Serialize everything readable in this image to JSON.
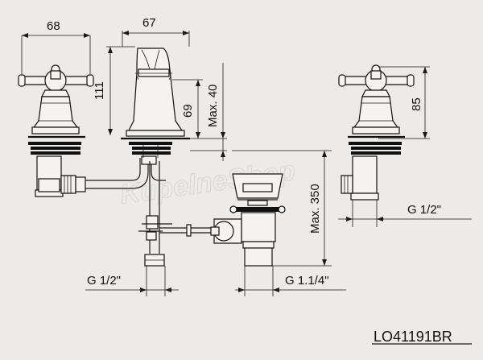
{
  "drawing": {
    "product_code": "LO41191BR",
    "watermark": "KupelneShop",
    "dimensions": {
      "handle_width": "68",
      "spout_width": "67",
      "spout_height": "111",
      "spout_outlet_height": "69",
      "max_deck_thickness": "Max. 40",
      "max_pipe_length": "Max. 350",
      "handle_height": "85",
      "thread_right": "G 1/2\"",
      "thread_left": "G 1/2\"",
      "waste_thread": "G 1.1/4\""
    }
  }
}
